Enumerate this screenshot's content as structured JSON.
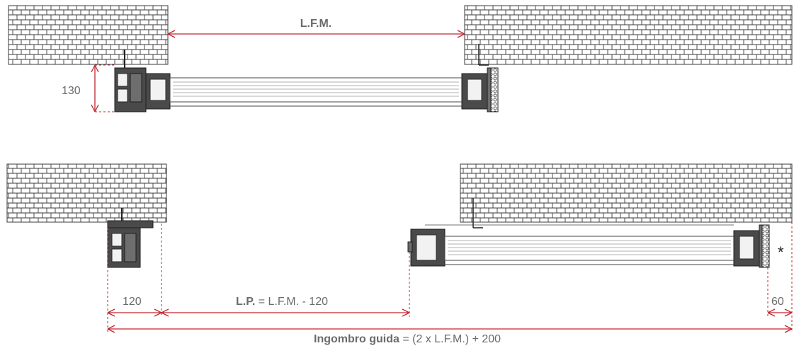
{
  "labels": {
    "lfm_top": "L.F.M.",
    "height_130": "130",
    "dim_120": "120",
    "lp_bold": "L.P.",
    "lp_formula": " = L.F.M. - 120",
    "dim_60": "60",
    "ingombro_bold": "Ingombro guida",
    "ingombro_formula": " = (2 x L.F.M.) + 200",
    "asterisk": "*"
  },
  "colors": {
    "dimension": "#c4262e",
    "text": "#6b6b6b",
    "profile": "#4a4a4a"
  }
}
